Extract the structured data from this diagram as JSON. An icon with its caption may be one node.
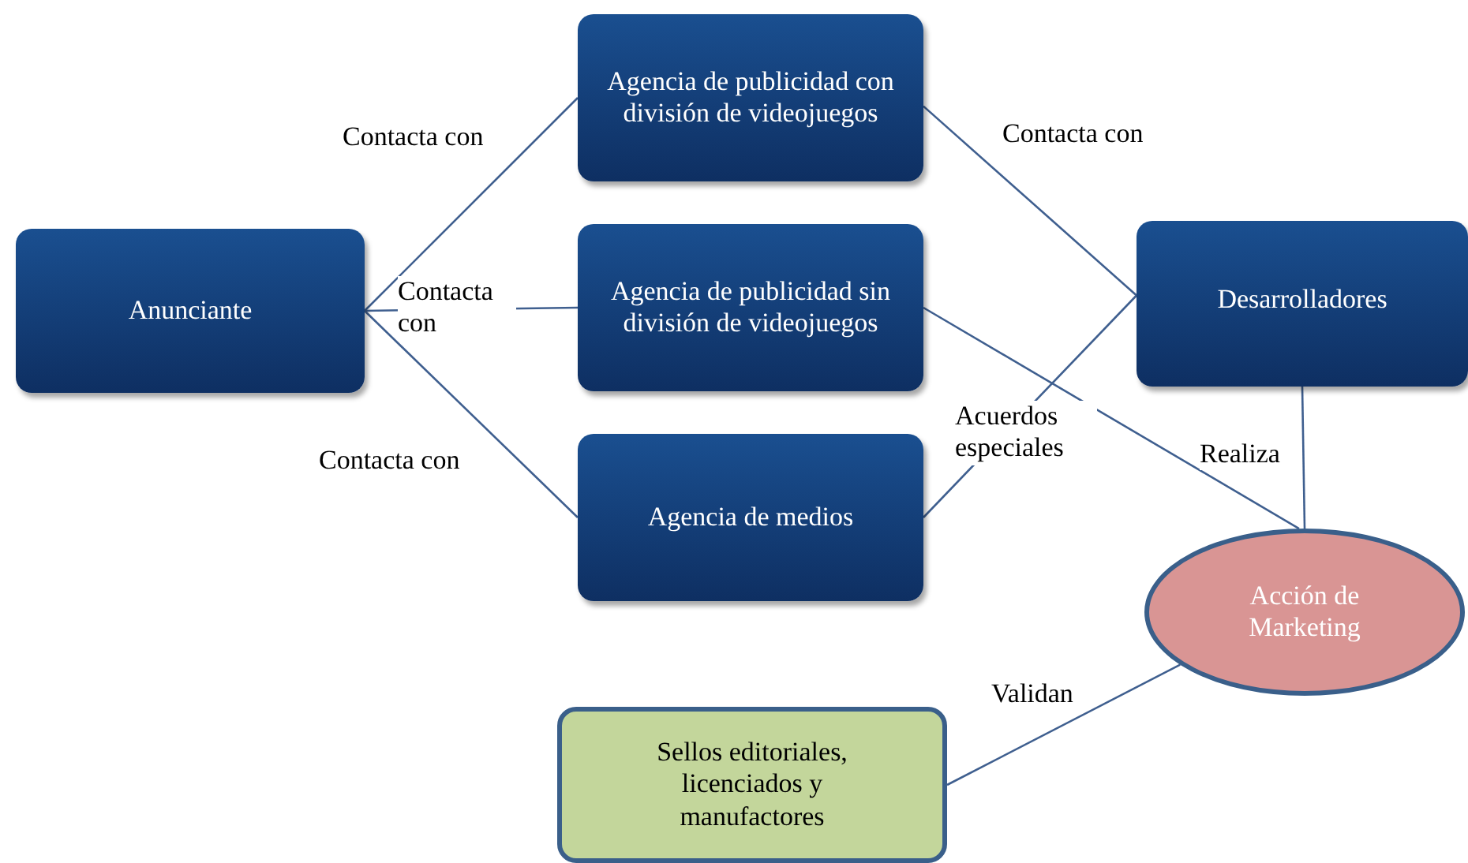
{
  "diagram": {
    "nodes": [
      {
        "text": [
          "Anunciante"
        ]
      },
      {
        "text": [
          "Agencia de publicidad con división de videojuegos"
        ]
      },
      {
        "text": [
          "Agencia de publicidad sin división de videojuegos"
        ]
      },
      {
        "text": [
          "Agencia de medios"
        ]
      },
      {
        "text": [
          "Desarrolladores"
        ]
      },
      {
        "text": [
          "Acción de Marketing"
        ]
      },
      {
        "text": [
          "Sellos editoriales, licenciados y manufactores"
        ]
      }
    ],
    "edges": [
      {
        "from": 0,
        "to": 1,
        "arrow": "none",
        "label": "Contacta con"
      },
      {
        "from": 0,
        "to": 2,
        "arrow": "none",
        "label": "Contacta con"
      },
      {
        "from": 0,
        "to": 3,
        "arrow": "none",
        "label": "Contacta con"
      },
      {
        "from": 1,
        "to": 4,
        "arrow": "none",
        "label": "Contacta con"
      },
      {
        "from": 3,
        "to": 4,
        "arrow": "none",
        "label": "Acuerdos especiales"
      },
      {
        "from": 2,
        "to": 5,
        "arrow": "none"
      },
      {
        "from": 4,
        "to": 5,
        "arrow": "none",
        "label": "Realiza"
      },
      {
        "from": 6,
        "to": 5,
        "arrow": "none",
        "label": "Validan"
      }
    ]
  }
}
